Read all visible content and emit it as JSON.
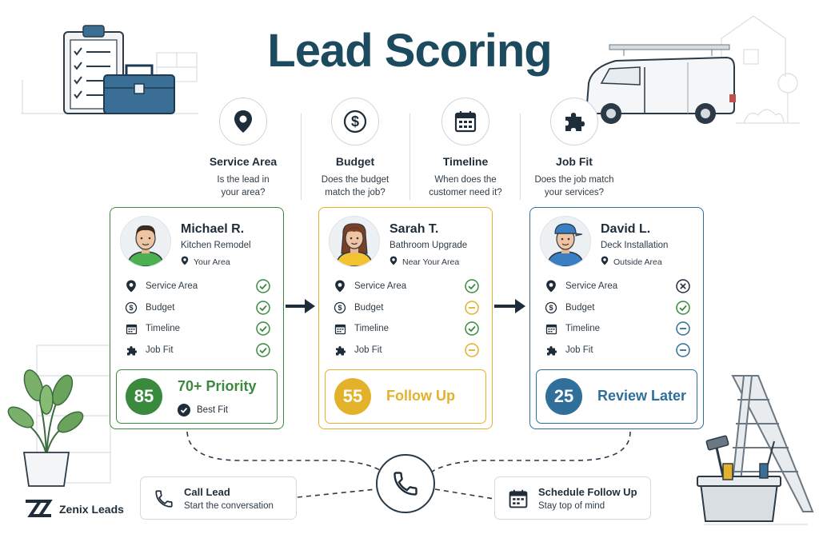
{
  "title": "Lead Scoring",
  "criteria": [
    {
      "icon": "map-pin-icon",
      "title": "Service Area",
      "question_line1": "Is the lead in",
      "question_line2": "your area?"
    },
    {
      "icon": "dollar-icon",
      "title": "Budget",
      "question_line1": "Does the budget",
      "question_line2": "match the job?"
    },
    {
      "icon": "calendar-icon",
      "title": "Timeline",
      "question_line1": "When does the",
      "question_line2": "customer need it?"
    },
    {
      "icon": "puzzle-icon",
      "title": "Job Fit",
      "question_line1": "Does the job match",
      "question_line2": "your services?"
    }
  ],
  "leads": [
    {
      "name": "Michael R.",
      "job": "Kitchen Remodel",
      "location": "Your Area",
      "accent": "#3a8a3e",
      "score": "85",
      "label": "70+ Priority",
      "sublabel": "Best Fit",
      "rows": [
        {
          "label": "Service Area",
          "status": "check"
        },
        {
          "label": "Budget",
          "status": "check"
        },
        {
          "label": "Timeline",
          "status": "check"
        },
        {
          "label": "Job Fit",
          "status": "check"
        }
      ]
    },
    {
      "name": "Sarah T.",
      "job": "Bathroom Upgrade",
      "location": "Near Your Area",
      "accent": "#e3b12a",
      "score": "55",
      "label": "Follow Up",
      "sublabel": "",
      "rows": [
        {
          "label": "Service Area",
          "status": "check"
        },
        {
          "label": "Budget",
          "status": "partial"
        },
        {
          "label": "Timeline",
          "status": "check"
        },
        {
          "label": "Job Fit",
          "status": "partial"
        }
      ]
    },
    {
      "name": "David L.",
      "job": "Deck Installation",
      "location": "Outside Area",
      "accent": "#2f6f9a",
      "score": "25",
      "label": "Review Later",
      "sublabel": "",
      "rows": [
        {
          "label": "Service Area",
          "status": "cross"
        },
        {
          "label": "Budget",
          "status": "check"
        },
        {
          "label": "Timeline",
          "status": "partial"
        },
        {
          "label": "Job Fit",
          "status": "partial"
        }
      ]
    }
  ],
  "actions": [
    {
      "icon": "phone-icon",
      "title": "Call Lead",
      "subtitle": "Start the conversation"
    },
    {
      "icon": "calendar-icon",
      "title": "Schedule Follow Up",
      "subtitle": "Stay top of mind"
    }
  ],
  "brand": {
    "name": "Zenix Leads"
  }
}
